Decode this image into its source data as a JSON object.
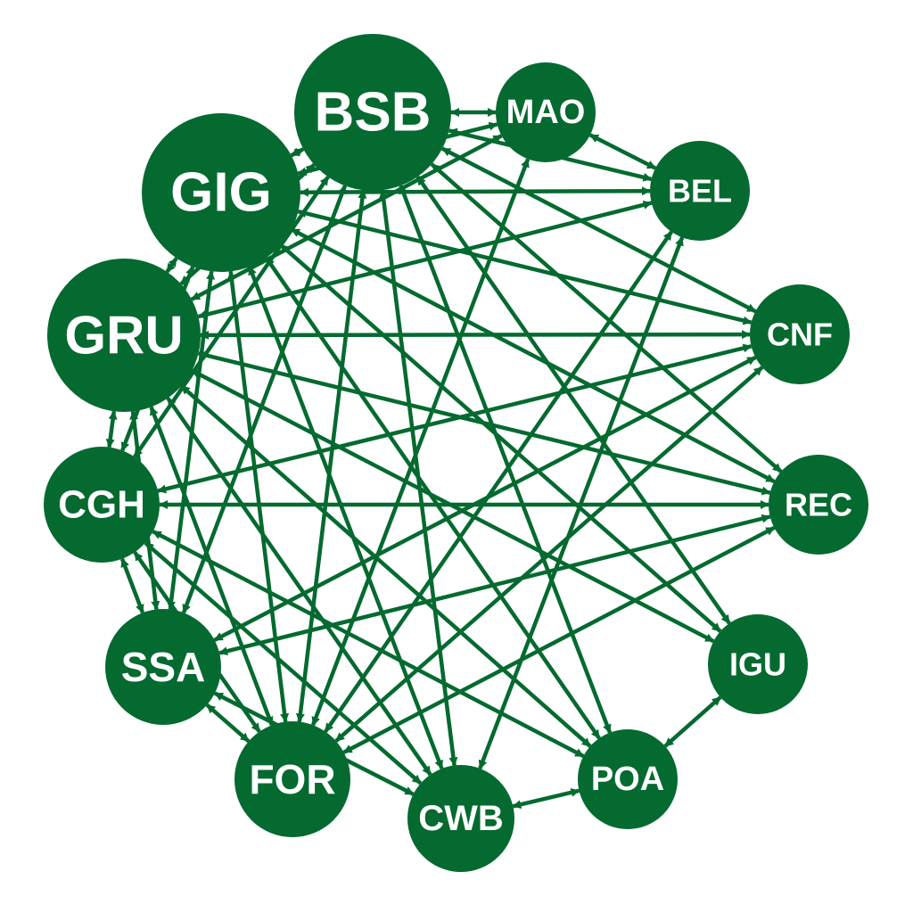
{
  "colors": {
    "node": "#046a2f",
    "edge": "#046a2f",
    "label": "#ffffff",
    "background": "#ffffff"
  },
  "nodes": [
    {
      "id": "BSB",
      "label": "BSB"
    },
    {
      "id": "MAO",
      "label": "MAO"
    },
    {
      "id": "BEL",
      "label": "BEL"
    },
    {
      "id": "CNF",
      "label": "CNF"
    },
    {
      "id": "REC",
      "label": "REC"
    },
    {
      "id": "IGU",
      "label": "IGU"
    },
    {
      "id": "POA",
      "label": "POA"
    },
    {
      "id": "CWB",
      "label": "CWB"
    },
    {
      "id": "FOR",
      "label": "FOR"
    },
    {
      "id": "SSA",
      "label": "SSA"
    },
    {
      "id": "CGH",
      "label": "CGH"
    },
    {
      "id": "GRU",
      "label": "GRU"
    },
    {
      "id": "GIG",
      "label": "GIG"
    }
  ],
  "edges": [
    [
      "BSB",
      "MAO"
    ],
    [
      "BSB",
      "BEL"
    ],
    [
      "BSB",
      "CNF"
    ],
    [
      "BSB",
      "REC"
    ],
    [
      "BSB",
      "IGU"
    ],
    [
      "BSB",
      "POA"
    ],
    [
      "BSB",
      "CWB"
    ],
    [
      "BSB",
      "FOR"
    ],
    [
      "BSB",
      "SSA"
    ],
    [
      "BSB",
      "CGH"
    ],
    [
      "BSB",
      "GRU"
    ],
    [
      "BSB",
      "GIG"
    ],
    [
      "MAO",
      "GIG"
    ],
    [
      "MAO",
      "GRU"
    ],
    [
      "MAO",
      "BEL"
    ],
    [
      "MAO",
      "FOR"
    ],
    [
      "GIG",
      "BEL"
    ],
    [
      "GIG",
      "CNF"
    ],
    [
      "GIG",
      "REC"
    ],
    [
      "GIG",
      "IGU"
    ],
    [
      "GIG",
      "POA"
    ],
    [
      "GIG",
      "CWB"
    ],
    [
      "GIG",
      "FOR"
    ],
    [
      "GIG",
      "SSA"
    ],
    [
      "GIG",
      "CGH"
    ],
    [
      "GIG",
      "GRU"
    ],
    [
      "GRU",
      "BEL"
    ],
    [
      "GRU",
      "CNF"
    ],
    [
      "GRU",
      "REC"
    ],
    [
      "GRU",
      "IGU"
    ],
    [
      "GRU",
      "POA"
    ],
    [
      "GRU",
      "CWB"
    ],
    [
      "GRU",
      "FOR"
    ],
    [
      "GRU",
      "SSA"
    ],
    [
      "GRU",
      "CGH"
    ],
    [
      "CGH",
      "CNF"
    ],
    [
      "CGH",
      "REC"
    ],
    [
      "CGH",
      "POA"
    ],
    [
      "CGH",
      "CWB"
    ],
    [
      "CGH",
      "FOR"
    ],
    [
      "CGH",
      "SSA"
    ],
    [
      "SSA",
      "CNF"
    ],
    [
      "SSA",
      "REC"
    ],
    [
      "SSA",
      "FOR"
    ],
    [
      "SSA",
      "CWB"
    ],
    [
      "FOR",
      "BEL"
    ],
    [
      "FOR",
      "CNF"
    ],
    [
      "FOR",
      "REC"
    ],
    [
      "CWB",
      "POA"
    ],
    [
      "CWB",
      "BEL"
    ],
    [
      "POA",
      "IGU"
    ]
  ]
}
